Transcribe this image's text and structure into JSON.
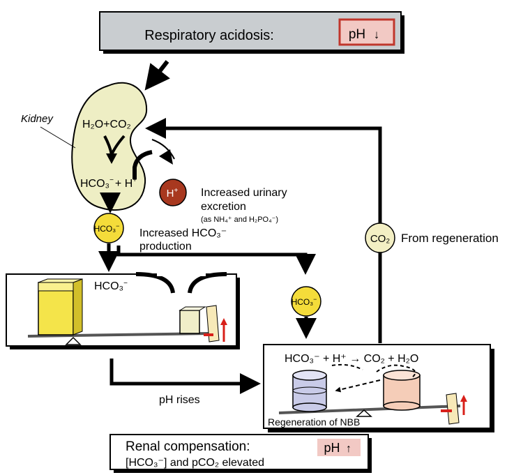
{
  "header": {
    "title": "Respiratory acidosis:",
    "ph_label": "pH",
    "ph_arrow": "↓"
  },
  "kidney": {
    "label": "Kidney",
    "reaction_top": "H₂O+CO₂",
    "reaction_bottom_base": "HCO₃",
    "reaction_bottom_super": "−",
    "reaction_bottom_rest": "+ H",
    "reaction_bottom_rest_super": "+"
  },
  "h_ion": {
    "label": "H",
    "label_super": "+",
    "excretion_line1": "Increased urinary",
    "excretion_line2": "excretion",
    "excretion_line3": "(as NH₄⁺ and H₂PO₄⁻)"
  },
  "bicarbonate_node": {
    "label": "HCO₃",
    "label_super": "−",
    "production_line1": "Increased HCO₃⁻",
    "production_line2": "production"
  },
  "balance_left": {
    "label": "HCO₃",
    "label_super": "−"
  },
  "bicarbonate_node_right": {
    "label": "HCO₃",
    "label_super": "−"
  },
  "co2_node": {
    "label": "CO₂",
    "caption": "From regeneration"
  },
  "ph_rises_label": "pH rises",
  "regeneration_box": {
    "equation": "HCO₃⁻ + H⁺ → CO₂ + H₂O",
    "caption": "Regeneration of NBB"
  },
  "footer": {
    "title": "Renal compensation:",
    "subtitle": "[HCO₃⁻] and pCO₂ elevated",
    "ph_label": "pH",
    "ph_arrow": "↑"
  },
  "colors": {
    "header_bg": "#c9cdd0",
    "header_ph_bg": "#f2c9c4",
    "header_ph_border": "#c0362c",
    "kidney_fill": "#eeeec4",
    "yellow_circle": "#f4dc3a",
    "pale_circle": "#f3efc4",
    "h_circle": "#a8381f",
    "box_shadow": "#000000",
    "cylinder_blue": "#c9cbe8",
    "cylinder_pink": "#f5cdb8",
    "footer_ph_bg": "#f2c9c4",
    "red_arrow": "#d8201a"
  }
}
